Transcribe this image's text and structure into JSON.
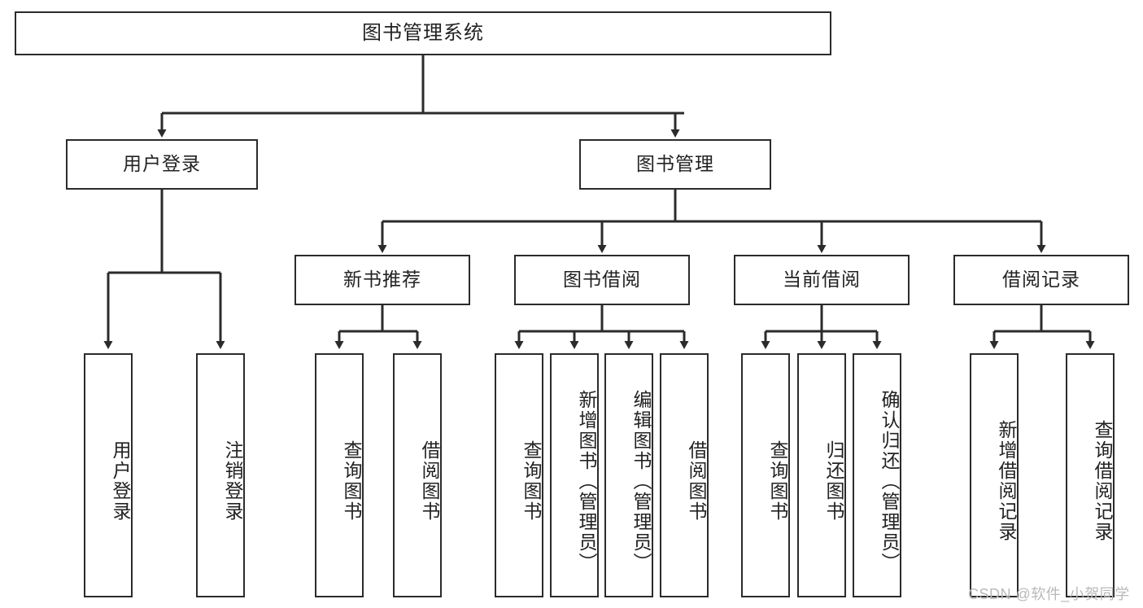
{
  "diagram": {
    "title": "图书管理系统",
    "type": "tree-hierarchy",
    "root": {
      "label": "图书管理系统"
    },
    "level2": [
      {
        "label": "用户登录"
      },
      {
        "label": "图书管理"
      }
    ],
    "level3": [
      {
        "label": "新书推荐"
      },
      {
        "label": "图书借阅"
      },
      {
        "label": "当前借阅"
      },
      {
        "label": "借阅记录"
      }
    ],
    "leaves": {
      "user_login": [
        {
          "label": "用户登录"
        },
        {
          "label": "注销登录"
        }
      ],
      "new_book_recommend": [
        {
          "label": "查询图书"
        },
        {
          "label": "借阅图书"
        }
      ],
      "book_borrow": [
        {
          "label": "查询图书"
        },
        {
          "label": "新增图书（管理员）"
        },
        {
          "label": "编辑图书（管理员）"
        },
        {
          "label": "借阅图书"
        }
      ],
      "current_borrow": [
        {
          "label": "查询图书"
        },
        {
          "label": "归还图书"
        },
        {
          "label": "确认归还（管理员）"
        }
      ],
      "borrow_record": [
        {
          "label": "新增借阅记录"
        },
        {
          "label": "查询借阅记录"
        }
      ]
    }
  },
  "watermark": {
    "text": "CSDN @软件_小贺同学"
  },
  "colors": {
    "stroke": "#2b2b2b",
    "background": "#ffffff",
    "text": "#222222",
    "watermark": "#b9b9b9"
  }
}
